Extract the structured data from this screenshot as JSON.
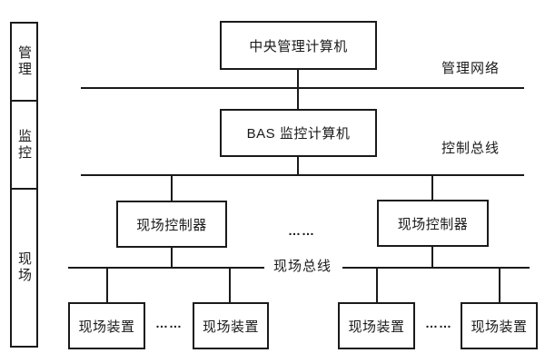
{
  "diagram": {
    "background_color": "#ffffff",
    "line_color": "#1a1a1a",
    "sidebar": {
      "levels": [
        {
          "label": "管理"
        },
        {
          "label": "监控"
        },
        {
          "label": "现场"
        }
      ]
    },
    "nodes": {
      "central_computer": "中央管理计算机",
      "bas_computer": "BAS 监控计算机",
      "controller_left": "现场控制器",
      "controller_right": "现场控制器",
      "device_1": "现场装置",
      "device_2": "现场装置",
      "device_3": "现场装置",
      "device_4": "现场装置"
    },
    "bus_labels": {
      "management_network": "管理网络",
      "control_bus": "控制总线",
      "field_bus": "现场总线"
    },
    "ellipsis": {
      "between_controllers": "……",
      "between_devices_left": "……",
      "between_devices_right": "……"
    }
  }
}
